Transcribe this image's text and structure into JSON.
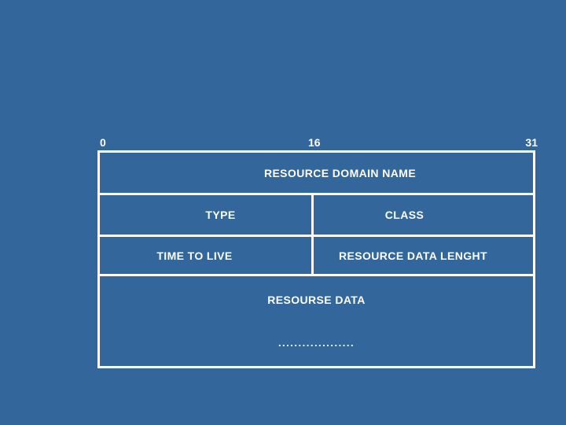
{
  "colors": {
    "background": "#33669A",
    "line": "#FFFFFF",
    "text": "#FFFFFF"
  },
  "bit_ruler": {
    "start": "0",
    "middle": "16",
    "end": "31"
  },
  "table": {
    "row1": {
      "label": "RESOURCE DOMAIN NAME"
    },
    "row2": {
      "left": "TYPE",
      "right": "CLASS"
    },
    "row3": {
      "left": "TIME TO LIVE",
      "right": "RESOURCE DATA LENGHT"
    },
    "row4": {
      "label": "RESOURSE DATA",
      "dots": "..................."
    }
  }
}
